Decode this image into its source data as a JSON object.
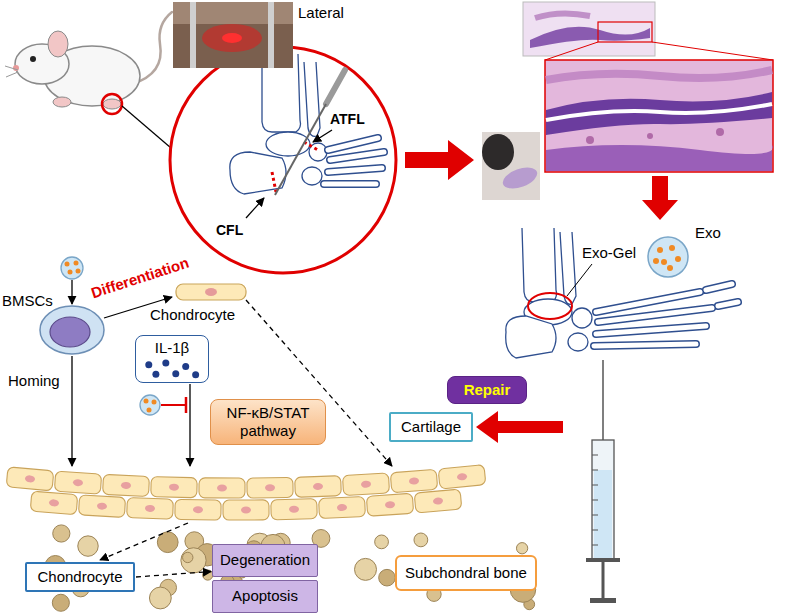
{
  "diagram": {
    "nodes": [
      {
        "text": [
          "IL-1β"
        ]
      },
      {
        "text": [
          "NF-κB/STAT pathway"
        ]
      },
      {
        "text": [
          "Repair"
        ]
      },
      {
        "text": [
          "Cartilage"
        ]
      },
      {
        "text": [
          "Degeneration"
        ]
      },
      {
        "text": [
          "Chondrocyte"
        ]
      },
      {
        "text": [
          "Apoptosis"
        ]
      },
      {
        "text": [
          "Subchondral bone"
        ]
      }
    ],
    "edges": [
      {
        "from": 5,
        "to": 4,
        "arrow": "to"
      }
    ],
    "labels": [
      "Lateral",
      "ATFL",
      "CFL",
      "Exo",
      "Exo-Gel",
      "BMSCs",
      "Differentiation",
      "Chondrocyte",
      "Homing"
    ]
  }
}
